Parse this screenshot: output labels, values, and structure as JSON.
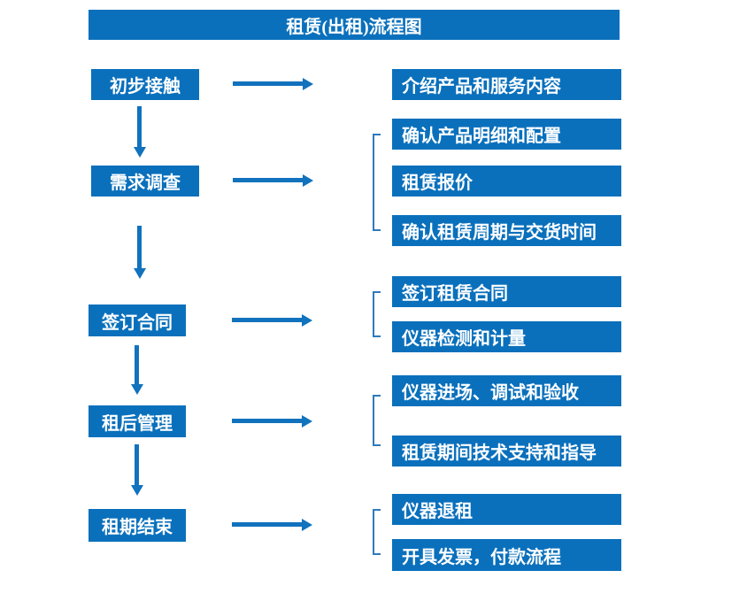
{
  "title": "租赁(出租)流程图",
  "colors": {
    "box_fill": "#0a70bc",
    "arrow": "#1172bd",
    "bracket": "#2e79bd",
    "text": "#ffffff",
    "background": "#ffffff"
  },
  "flow": [
    {
      "step": "初步接触",
      "details": [
        "介绍产品和服务内容"
      ]
    },
    {
      "step": "需求调查",
      "details": [
        "确认产品明细和配置",
        "租赁报价",
        "确认租赁周期与交货时间"
      ]
    },
    {
      "step": "签订合同",
      "details": [
        "签订租赁合同",
        "仪器检测和计量"
      ]
    },
    {
      "step": "租后管理",
      "details": [
        "仪器进场、调试和验收",
        "租赁期间技术支持和指导"
      ]
    },
    {
      "step": "租期结束",
      "details": [
        "仪器退租",
        "开具发票，付款流程"
      ]
    }
  ]
}
